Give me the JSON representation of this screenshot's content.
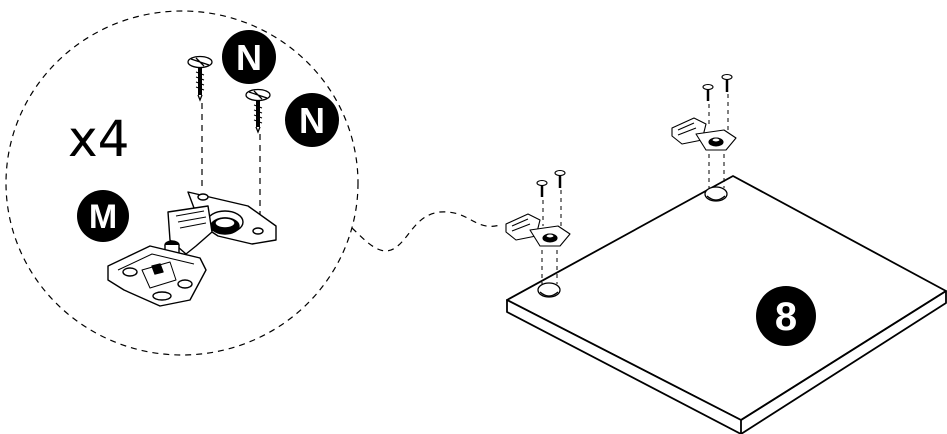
{
  "detail": {
    "quantity": "x4",
    "hinge_part_label": "M",
    "screw_part_labels": [
      "N",
      "N"
    ]
  },
  "panel": {
    "step_label": "8"
  },
  "colors": {
    "ink": "#000000",
    "background": "#ffffff",
    "badge_text": "#ffffff"
  }
}
